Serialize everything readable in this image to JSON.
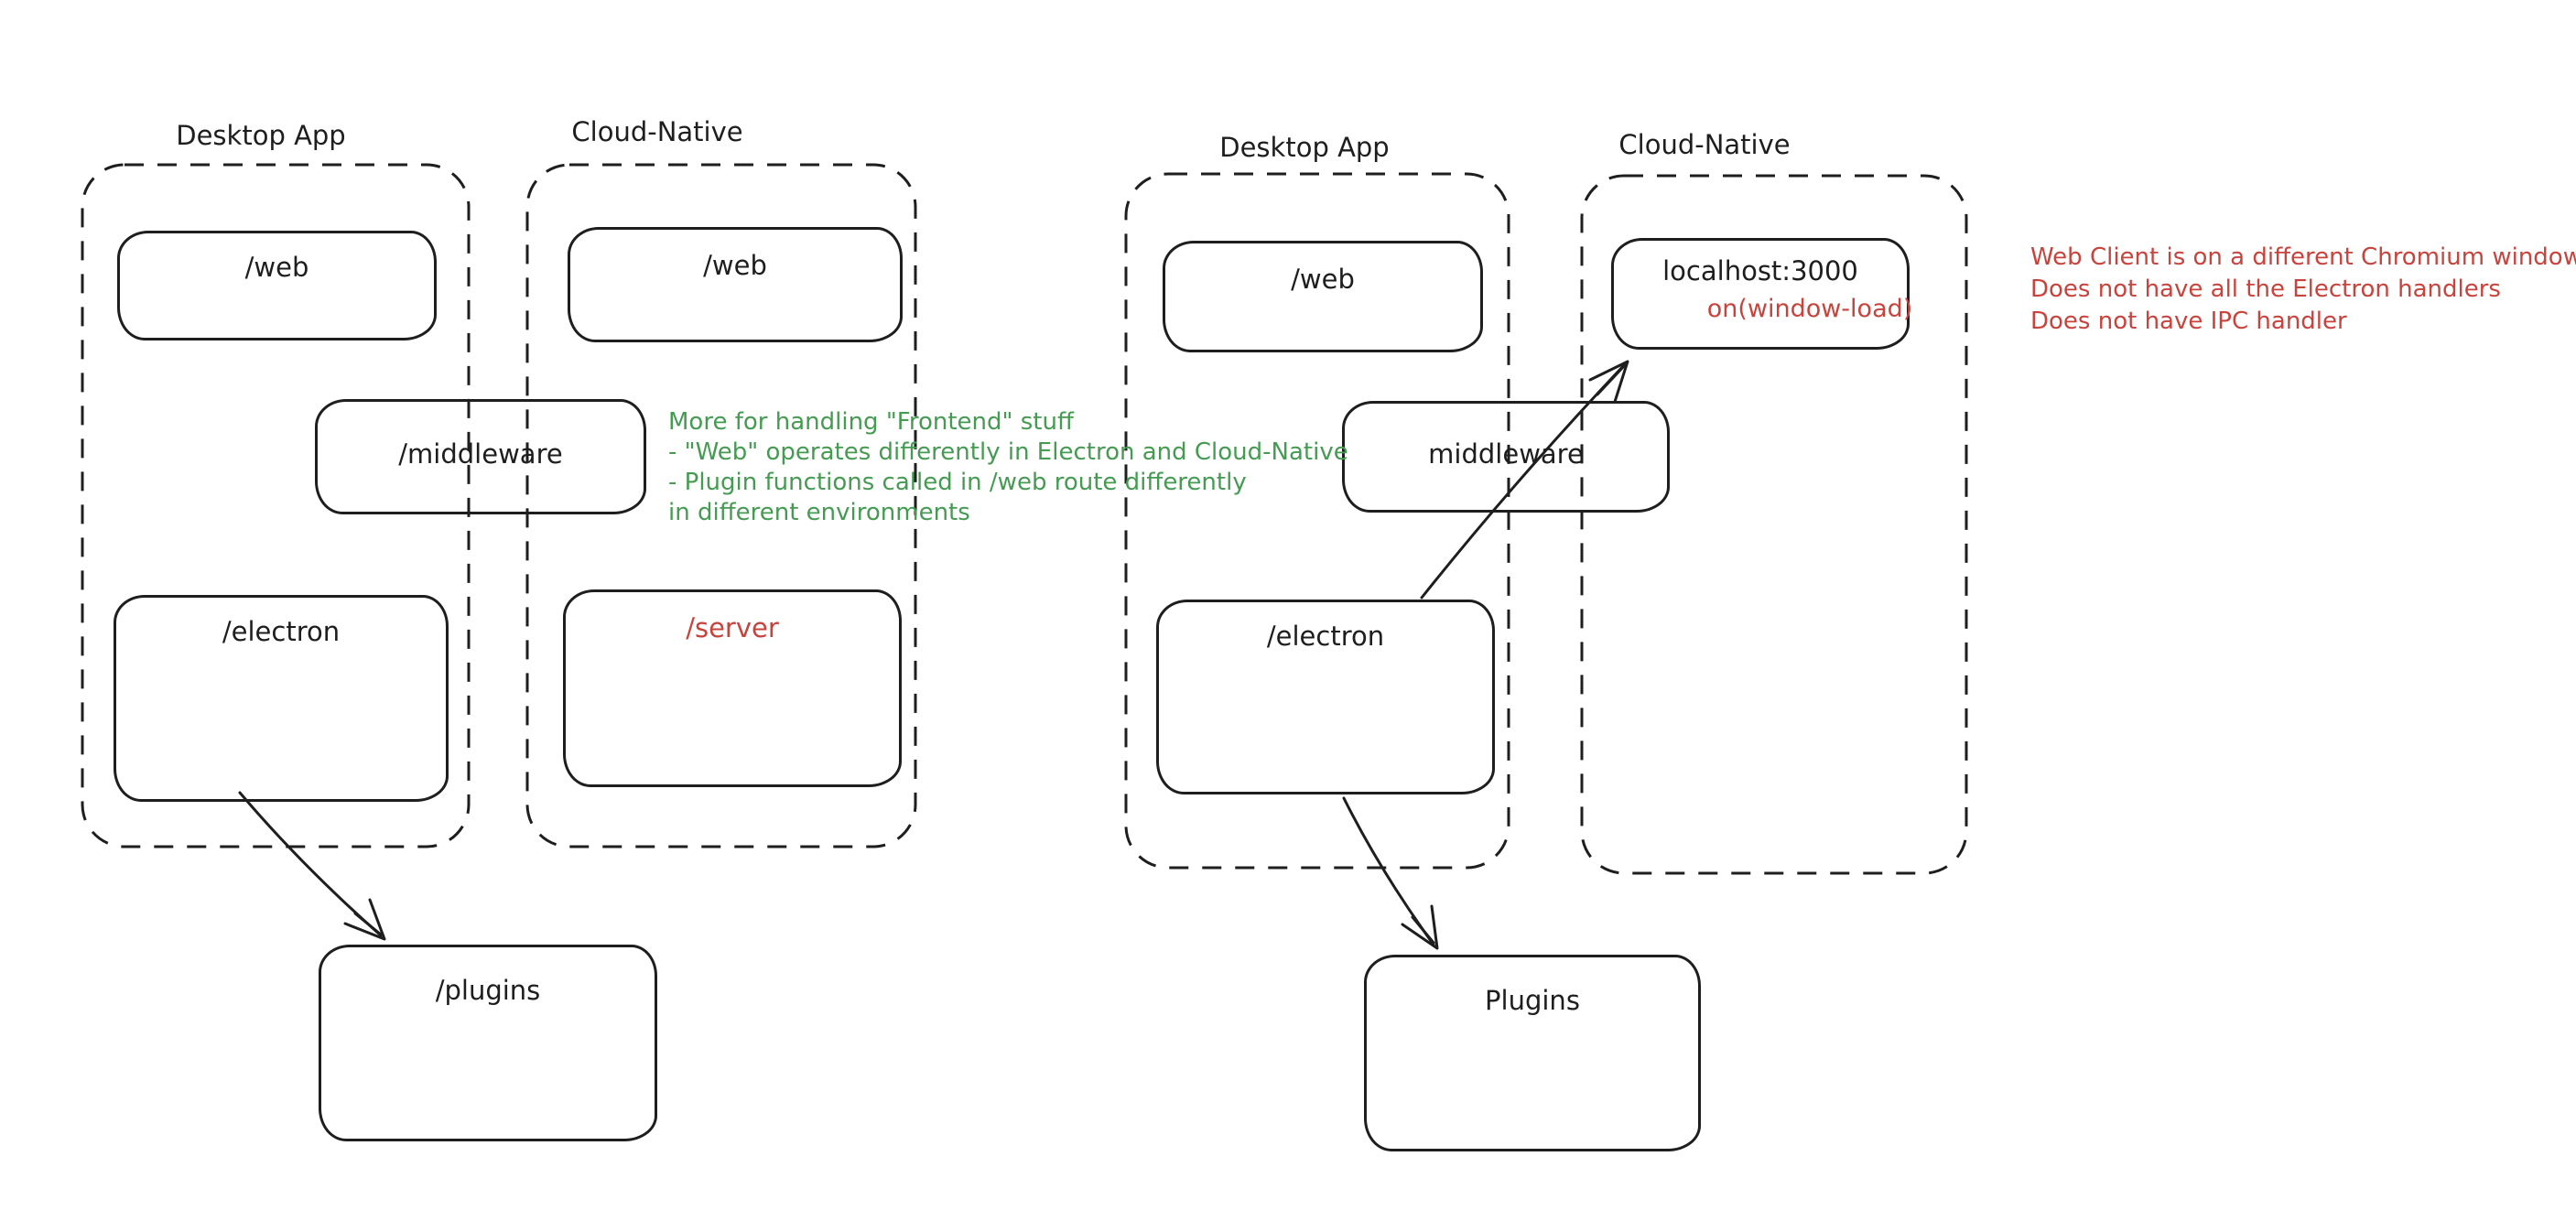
{
  "canvas": {
    "background": "#ffffff"
  },
  "colors": {
    "ink": "#1e1e1e",
    "green": "#459b52",
    "red": "#c9433d"
  },
  "left_diagram": {
    "desktop_title": "Desktop App",
    "cloud_title": "Cloud-Native",
    "web_desktop_label": "/web",
    "web_cloud_label": "/web",
    "middleware_label": "/middleware",
    "electron_label": "/electron",
    "server_label": "/server",
    "plugins_label": "/plugins",
    "green_note_lines": [
      "More for handling \"Frontend\" stuff",
      "- \"Web\" operates differently in Electron and Cloud-Native",
      "- Plugin functions called in /web route differently",
      "in different environments"
    ]
  },
  "right_diagram": {
    "desktop_title": "Desktop App",
    "cloud_title": "Cloud-Native",
    "web_label": "/web",
    "middleware_label": "middleware",
    "electron_label": "/electron",
    "localhost_label": "localhost:3000",
    "window_load_label": "on(window-load)",
    "plugins_label": "Plugins",
    "red_note_lines": [
      "Web Client is on a different Chromium window",
      "Does not have all the Electron handlers",
      "Does not have IPC handler"
    ]
  }
}
